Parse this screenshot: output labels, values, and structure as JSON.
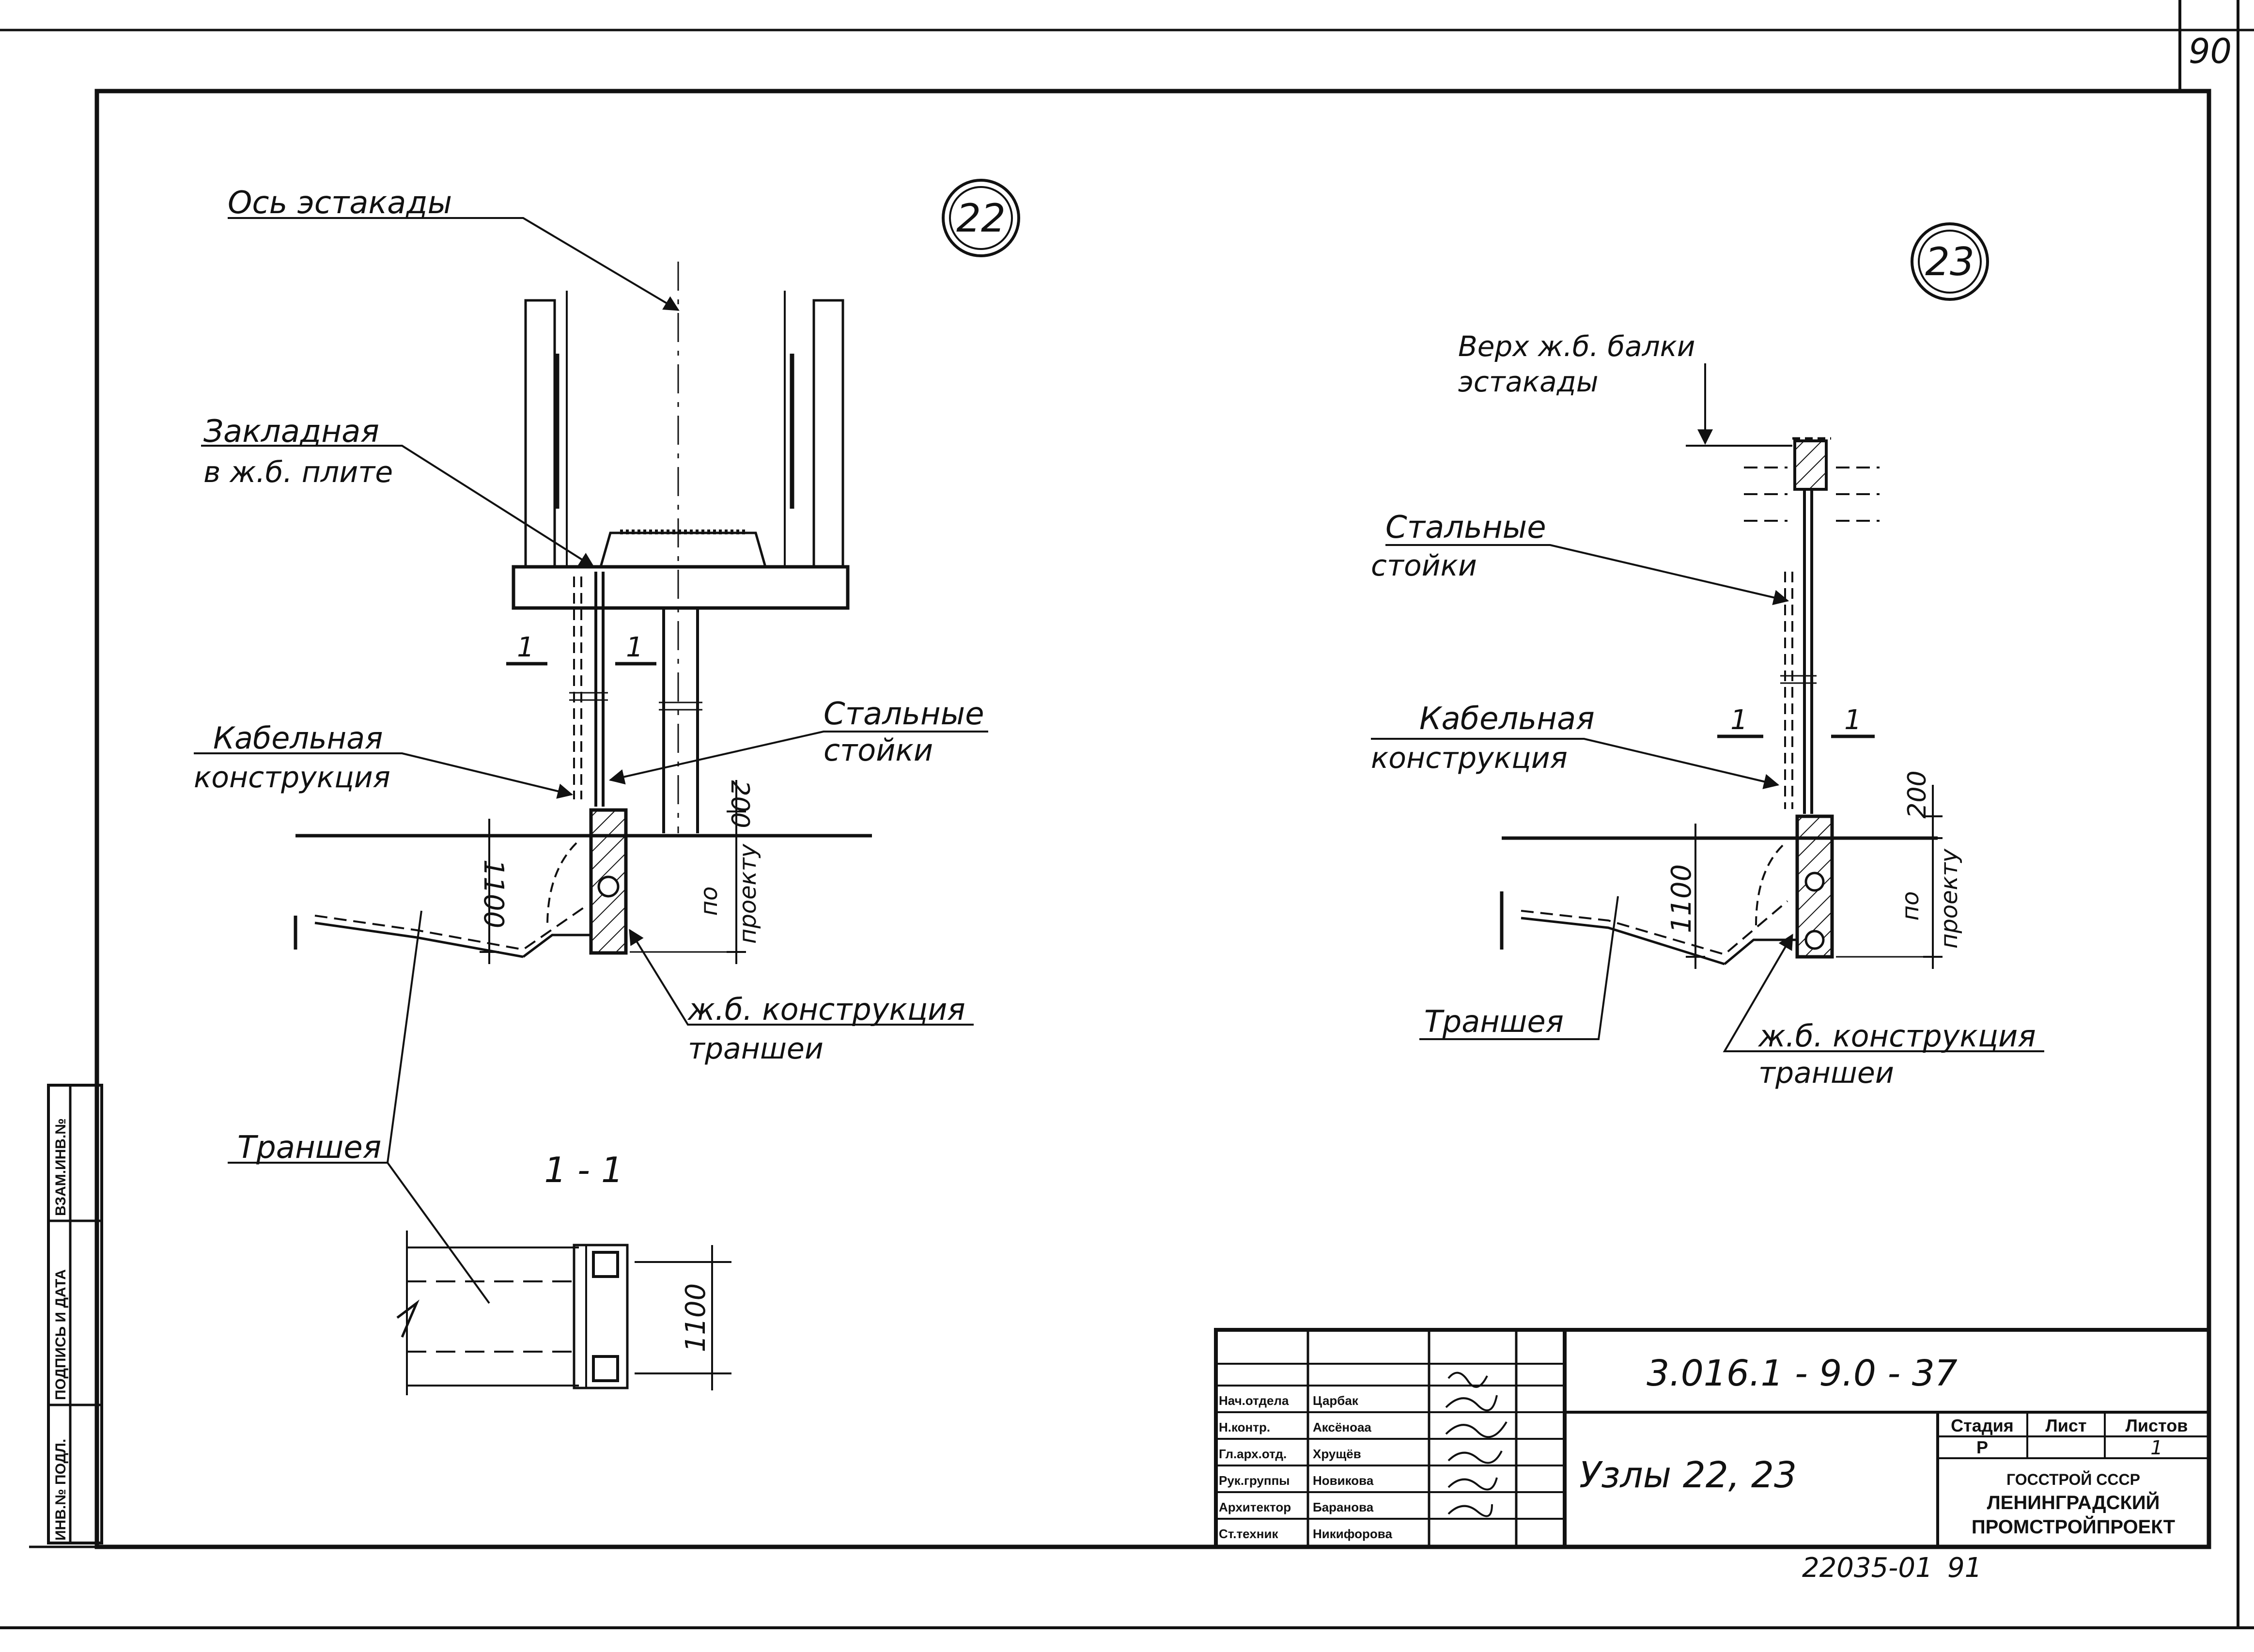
{
  "sheet": {
    "page_number": "90",
    "stamp_number": "22035-01",
    "stamp_page": "91"
  },
  "side_stamp": {
    "cells": [
      "ИНВ.№ ПОДЛ.",
      "ПОДПИСЬ И ДАТА",
      "ВЗАМ.ИНВ.№"
    ]
  },
  "node22": {
    "number": "22",
    "label_axis": "Ось эстакады",
    "label_embed_1": "Закладная",
    "label_embed_2": "в ж.б. плите",
    "label_cable_1": "Кабельная",
    "label_cable_2": "конструкция",
    "label_posts_1": "Стальные",
    "label_posts_2": "стойки",
    "label_rc_1": "ж.б. конструкция",
    "label_rc_2": "траншеи",
    "label_trench": "Траншея",
    "section_mark_a": "1",
    "section_mark_b": "1",
    "dim_depth": "1100",
    "dim_top": "200",
    "dim_project_1": "по",
    "dim_project_2": "проекту"
  },
  "section11": {
    "title": "1 - 1",
    "dim_width": "1100"
  },
  "node23": {
    "number": "23",
    "label_beam_1": "Верх ж.б. балки",
    "label_beam_2": "эстакады",
    "label_posts_1": "Стальные",
    "label_posts_2": "стойки",
    "label_cable_1": "Кабельная",
    "label_cable_2": "конструкция",
    "label_trench": "Траншея",
    "label_rc_1": "ж.б. конструкция",
    "label_rc_2": "траншеи",
    "section_mark_a": "1",
    "section_mark_b": "1",
    "dim_depth": "1100",
    "dim_top": "200",
    "dim_project_1": "по",
    "dim_project_2": "проекту"
  },
  "title_block": {
    "designation": "3.016.1 - 9.0 - 37",
    "title": "Узлы 22, 23",
    "stage_header": "Стадия",
    "sheet_header": "Лист",
    "sheets_header": "Листов",
    "stage_value": "Р",
    "sheets_value": "1",
    "org_1": "ГОССТРОЙ СССР",
    "org_2": "ЛЕНИНГРАДСКИЙ",
    "org_3": "ПРОМСТРОЙПРОЕКТ",
    "roles": [
      "Нач.отдела",
      "Н.контр.",
      "Гл.арх.отд.",
      "Рук.группы",
      "Архитектор",
      "Ст.техник"
    ],
    "names": [
      "Царбак",
      "Аксёноаа",
      "Хрущёв",
      "Новикова",
      "Баранова",
      "Никифорова"
    ]
  }
}
